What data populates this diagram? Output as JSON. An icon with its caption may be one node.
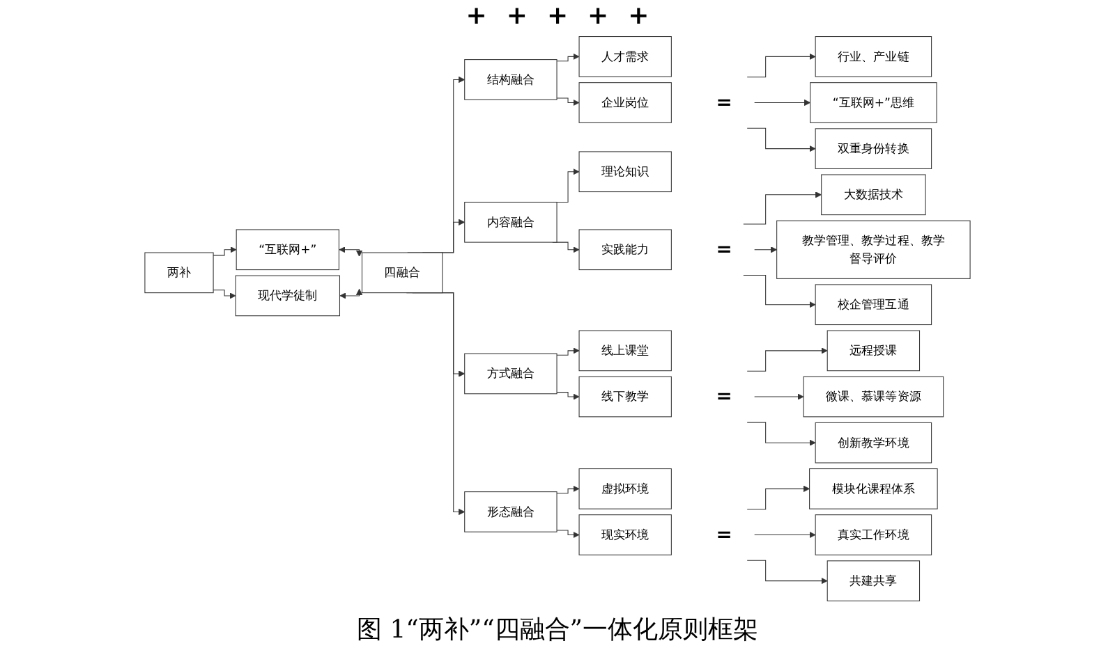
{
  "diagram": {
    "caption": "图 1“两补”“四融合”一体化原则框架",
    "nodes": [
      {
        "text": [
          "两补"
        ]
      },
      {
        "text": [
          "“互联网+”"
        ]
      },
      {
        "text": [
          "现代学徒制"
        ]
      },
      {
        "text": [
          "四融合"
        ]
      },
      {
        "text": [
          "结构融合"
        ]
      },
      {
        "text": [
          "人才需求"
        ]
      },
      {
        "text": [
          "企业岗位"
        ]
      },
      {
        "text": [
          "="
        ]
      },
      {
        "text": [
          "行业、产业链"
        ]
      },
      {
        "text": [
          "“互联网+”思维"
        ]
      },
      {
        "text": [
          "双重身份转换"
        ]
      },
      {
        "text": [
          "内容融合"
        ]
      },
      {
        "text": [
          "理论知识"
        ]
      },
      {
        "text": [
          "实践能力"
        ]
      },
      {
        "text": [
          "="
        ]
      },
      {
        "text": [
          "大数据技术"
        ]
      },
      {
        "text": [
          "教学管理、教学过程、教学督导评价"
        ]
      },
      {
        "text": [
          "校企管理互通"
        ]
      },
      {
        "text": [
          "方式融合"
        ]
      },
      {
        "text": [
          "线上课堂"
        ]
      },
      {
        "text": [
          "线下教学"
        ]
      },
      {
        "text": [
          "="
        ]
      },
      {
        "text": [
          "远程授课"
        ]
      },
      {
        "text": [
          "微课、慕课等资源"
        ]
      },
      {
        "text": [
          "创新教学环境"
        ]
      },
      {
        "text": [
          "形态融合"
        ]
      },
      {
        "text": [
          "虚拟环境"
        ]
      },
      {
        "text": [
          "现实环境"
        ]
      },
      {
        "text": [
          "="
        ]
      },
      {
        "text": [
          "模块化课程体系"
        ]
      },
      {
        "text": [
          "真实工作环境"
        ]
      },
      {
        "text": [
          "共建共享"
        ]
      }
    ],
    "edges": [
      {
        "from": 0,
        "to": 1,
        "arrow": "to"
      },
      {
        "from": 0,
        "to": 2,
        "arrow": "to"
      },
      {
        "from": 1,
        "to": 3,
        "arrow": "both"
      },
      {
        "from": 2,
        "to": 3,
        "arrow": "both"
      },
      {
        "from": 3,
        "to": 4,
        "arrow": "to"
      },
      {
        "from": 3,
        "to": 11,
        "arrow": "to"
      },
      {
        "from": 3,
        "to": 18,
        "arrow": "to"
      },
      {
        "from": 3,
        "to": 25,
        "arrow": "to"
      },
      {
        "from": 4,
        "to": 5,
        "arrow": "to"
      },
      {
        "from": 4,
        "to": 6,
        "arrow": "to"
      },
      {
        "from": 7,
        "to": 8,
        "arrow": "to"
      },
      {
        "from": 7,
        "to": 9,
        "arrow": "to"
      },
      {
        "from": 7,
        "to": 10,
        "arrow": "to"
      },
      {
        "from": 11,
        "to": 12,
        "arrow": "to"
      },
      {
        "from": 11,
        "to": 13,
        "arrow": "to"
      },
      {
        "from": 14,
        "to": 15,
        "arrow": "to"
      },
      {
        "from": 14,
        "to": 16,
        "arrow": "to"
      },
      {
        "from": 14,
        "to": 17,
        "arrow": "to"
      },
      {
        "from": 18,
        "to": 19,
        "arrow": "to"
      },
      {
        "from": 18,
        "to": 20,
        "arrow": "to"
      },
      {
        "from": 21,
        "to": 22,
        "arrow": "to"
      },
      {
        "from": 21,
        "to": 23,
        "arrow": "to"
      },
      {
        "from": 21,
        "to": 24,
        "arrow": "to"
      },
      {
        "from": 25,
        "to": 26,
        "arrow": "to"
      },
      {
        "from": 25,
        "to": 27,
        "arrow": "to"
      },
      {
        "from": 28,
        "to": 29,
        "arrow": "to"
      },
      {
        "from": 28,
        "to": 30,
        "arrow": "to"
      },
      {
        "from": 28,
        "to": 31,
        "arrow": "to"
      }
    ],
    "labels": [
      "+",
      "+",
      "+",
      "+",
      "+"
    ]
  }
}
